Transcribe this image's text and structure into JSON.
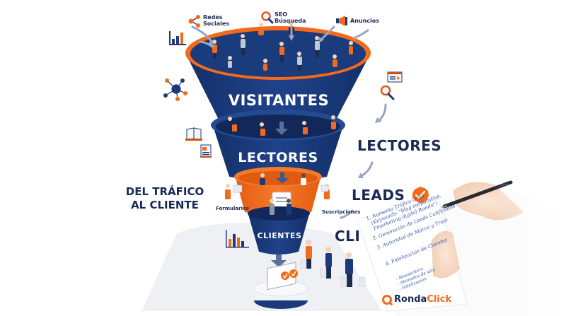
{
  "colors": {
    "navy": "#1b3a7a",
    "navy_dark": "#13285a",
    "orange": "#f26a1b",
    "text_navy": "#1a2a55",
    "arrow_gray": "#9aa6bf",
    "shadow_gray": "#e4e7ee"
  },
  "sources": [
    {
      "label": "Redes\nSociales",
      "line1": "Redes",
      "line2": "Sociales",
      "icon": "share-network-icon"
    },
    {
      "label": "SEO Búsqueda",
      "line1": "SEO",
      "line2": "Búsqueda",
      "icon": "magnifier-icon"
    },
    {
      "label": "Anuncios",
      "line1": "Anuncios",
      "icon": "megaphone-icon"
    }
  ],
  "funnel": {
    "stages": [
      {
        "label": "VISITANTES",
        "color": "#1b3a7a"
      },
      {
        "label": "LECTORES",
        "color": "#1b3a7a"
      },
      {
        "label": "LEADS",
        "color": "#f26a1b"
      },
      {
        "label": "CLIENTES",
        "color": "#1b3a7a"
      }
    ],
    "side_labels": {
      "formularios": "Formularios",
      "suscripciones": "Suscripciones"
    }
  },
  "tagline": {
    "line1": "DEL TRÁFICO",
    "line2": "AL CLIENTE"
  },
  "right_labels": {
    "lectores": "LECTORES",
    "leads": "LEADS",
    "clientes_partial": "CLI"
  },
  "notebook": {
    "lines": [
      "1. Aumento Tráfico Orgá",
      "(Keywords: \"blog corporativo,",
      "Fmarketing digital Ronda\")",
      "2. Generación de Leads Calificados",
      "3. Autoridad de Marca y Trust",
      "4. Fidelización de Clientes",
      "- Newsletters",
      "- Abonados de sala",
      "- Fidelización"
    ]
  },
  "brand": {
    "name_part1": "Ronda",
    "name_part2": "Click"
  }
}
